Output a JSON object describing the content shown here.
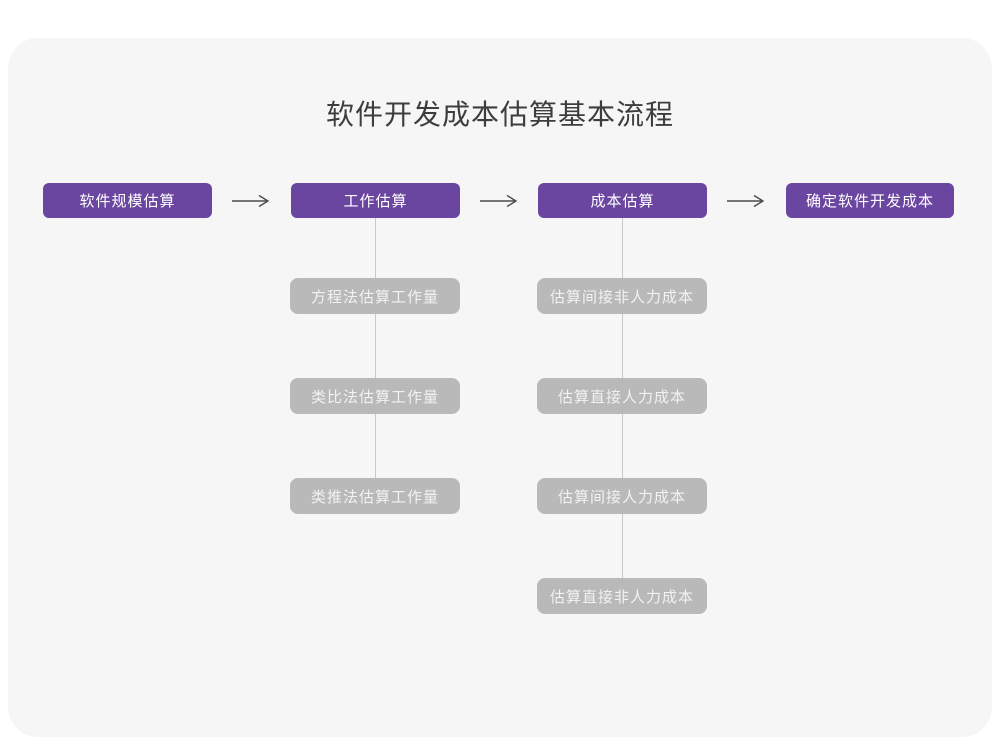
{
  "title": "软件开发成本估算基本流程",
  "colors": {
    "page_background": "#ffffff",
    "canvas_background": "#f6f6f6",
    "primary_node": "#6b46a1",
    "primary_node_text": "#ffffff",
    "sub_node": "#b9b9b9",
    "sub_node_text": "#f2f2f2",
    "connector_line": "#c9c9c9",
    "arrow": "#4c4c4c",
    "title_text": "#3d3d3d"
  },
  "flow": {
    "main_steps": [
      {
        "label": "软件规模估算"
      },
      {
        "label": "工作估算"
      },
      {
        "label": "成本估算"
      },
      {
        "label": "确定软件开发成本"
      }
    ],
    "effort_substeps": [
      {
        "label": "方程法估算工作量"
      },
      {
        "label": "类比法估算工作量"
      },
      {
        "label": "类推法估算工作量"
      }
    ],
    "cost_substeps": [
      {
        "label": "估算间接非人力成本"
      },
      {
        "label": "估算直接人力成本"
      },
      {
        "label": "估算间接人力成本"
      },
      {
        "label": "估算直接非人力成本"
      }
    ]
  }
}
